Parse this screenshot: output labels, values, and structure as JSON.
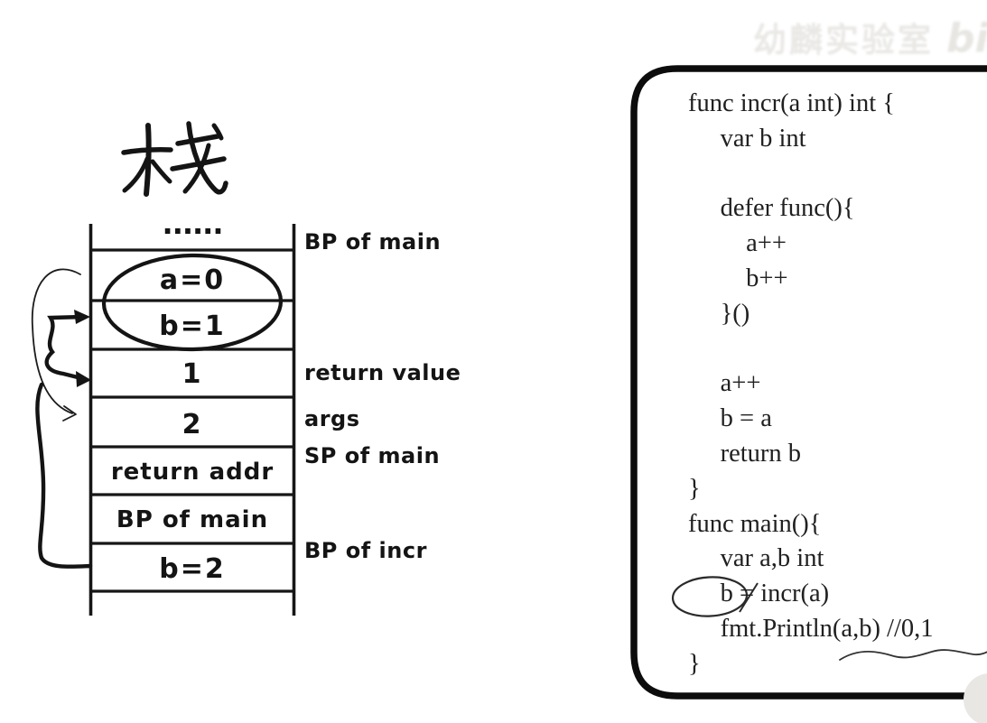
{
  "title": {
    "text": "栈"
  },
  "watermark": {
    "text": "幼麟实验室",
    "logo_text": "bili"
  },
  "stack": {
    "top_dots": "......",
    "rows": [
      {
        "value": "a=0"
      },
      {
        "value": "b=1"
      },
      {
        "value": "1"
      },
      {
        "value": "2"
      },
      {
        "value": "return addr"
      },
      {
        "value": "BP of main"
      },
      {
        "value": "b=2"
      }
    ],
    "side_labels": [
      {
        "text": "BP of main"
      },
      {
        "text": "return value"
      },
      {
        "text": "args"
      },
      {
        "text": "SP of main"
      },
      {
        "text": "BP of incr"
      }
    ]
  },
  "code": {
    "lines": [
      "func incr(a int) int {",
      "     var b int",
      "",
      "     defer func(){",
      "         a++",
      "         b++",
      "     }()",
      "",
      "     a++",
      "     b = a",
      "     return b",
      "}",
      "func main(){",
      "     var a,b int",
      "     b = incr(a)",
      "     fmt.Println(a,b) //0,1",
      "}"
    ],
    "output_comment": "//0,1"
  },
  "colors": {
    "ink": "#161616",
    "watermark": "#e9e8e5",
    "smudge": "#e9e7e4"
  }
}
